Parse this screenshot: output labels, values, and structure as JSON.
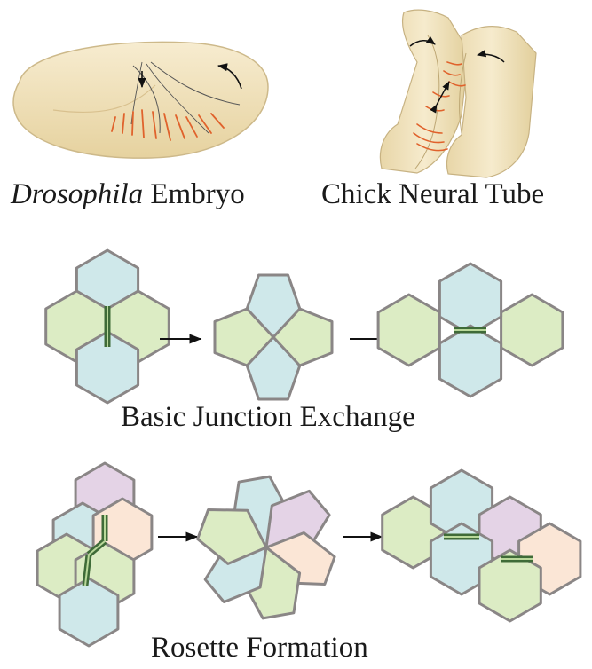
{
  "captions": {
    "drosophila_italic": "Drosophila",
    "drosophila_rest": " Embryo",
    "chick": "Chick Neural Tube",
    "basic": "Basic Junction Exchange",
    "rosette": "Rosette Formation"
  },
  "colors": {
    "blue": "#cfe8ea",
    "green": "#dcecc4",
    "purple": "#e4d3e6",
    "peach": "#fbe6d6",
    "stroke": "#8a8686",
    "junction": "#3f6b38",
    "embryo": "#f1e2ba",
    "myosin": "#e0622c"
  }
}
